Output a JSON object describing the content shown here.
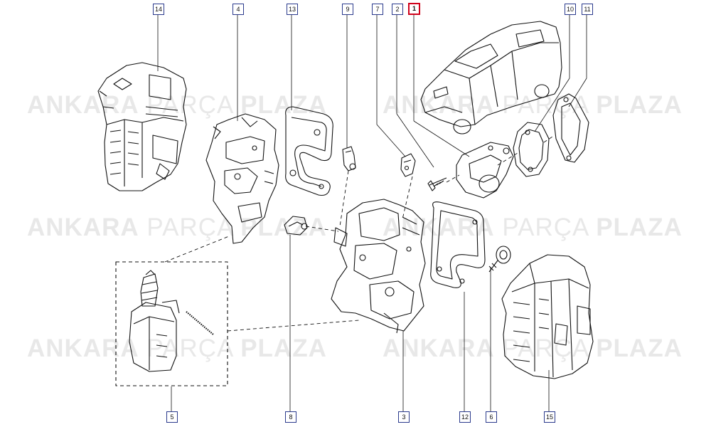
{
  "watermark": {
    "word1": "ANKARA",
    "word2": "PARÇA",
    "word3": "PLAZA"
  },
  "callouts": {
    "c14": "14",
    "c4": "4",
    "c13": "13",
    "c9": "9",
    "c7": "7",
    "c2": "2",
    "c1": "1",
    "c10": "10",
    "c11": "11",
    "c5": "5",
    "c8": "8",
    "c3": "3",
    "c12": "12",
    "c6": "6",
    "c15": "15"
  },
  "colors": {
    "callout_border": "#2a3a8c",
    "highlight": "#d0021b",
    "ink": "#111111"
  }
}
